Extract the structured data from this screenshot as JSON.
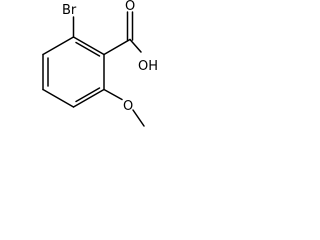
{
  "molecule": {
    "atom_labels": {
      "bromine": "Br",
      "hydroxyl": "OH",
      "carbonyl_oxygen": "O",
      "ether_oxygen": "O"
    },
    "colors": {
      "bonds": "#000000",
      "labels": "#000000",
      "background": "#ffffff"
    }
  }
}
